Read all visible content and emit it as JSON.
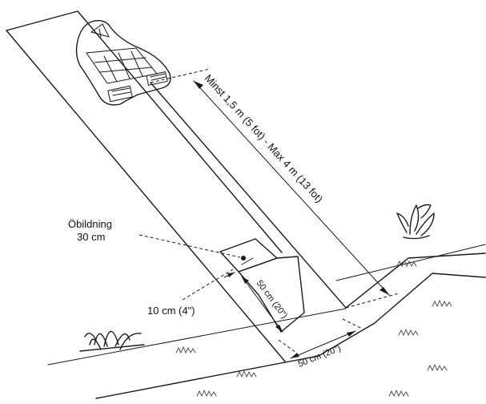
{
  "labels": {
    "distance": "Minst 1,5 m (5 fot) - Max 4 m (13 fot)",
    "offset_line1": "Öbildning",
    "offset_line2": "30 cm",
    "side_gap": "10 cm (4\")",
    "plate_depth": "50 cm (20\")",
    "plate_width": "50 cm (20\")"
  },
  "colors": {
    "ink": "#1a1a1a",
    "background": "#ffffff"
  },
  "icons": [
    "robotic-lawnmower-icon",
    "grass-tuft-icon",
    "shrub-icon",
    "boundary-wire-peg-icon"
  ]
}
